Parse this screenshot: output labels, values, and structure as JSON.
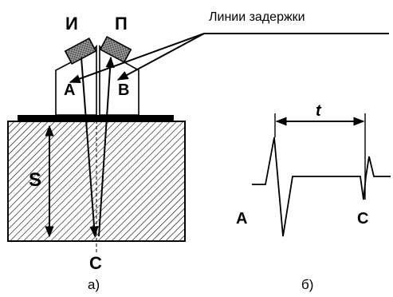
{
  "labels": {
    "transducer_emitter": "И",
    "transducer_receiver": "П",
    "delay_lines": "Линии задержки",
    "point_a_left": "А",
    "point_b": "В",
    "thickness": "S",
    "point_c_part": "С",
    "time_t": "t",
    "signal_a": "А",
    "signal_c": "С",
    "caption_a": "а)",
    "caption_b": "б)"
  },
  "colors": {
    "stroke": "#000000",
    "transducer_fill": "#7f7f7f",
    "background": "#ffffff"
  }
}
